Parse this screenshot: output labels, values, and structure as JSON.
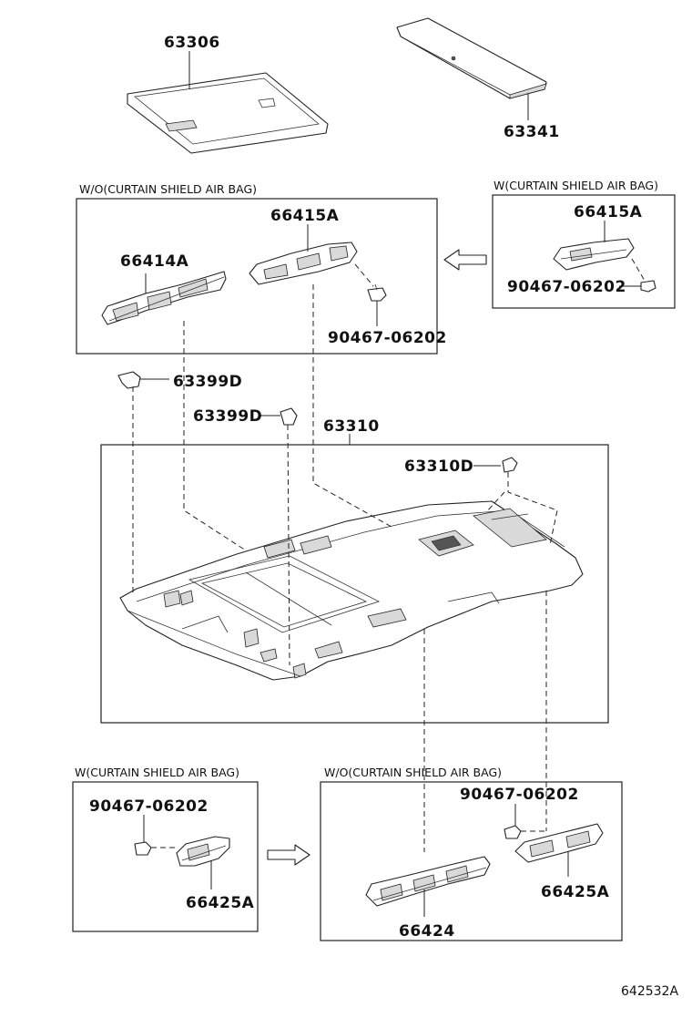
{
  "parts": {
    "p63306": "63306",
    "p63341": "63341",
    "p66415a_left": "66415A",
    "p66414a": "66414A",
    "p90467_left": "90467-06202",
    "p66415a_right": "66415A",
    "p90467_right": "90467-06202",
    "p63399d_a": "63399D",
    "p63399d_b": "63399D",
    "p63310": "63310",
    "p63310d": "63310D",
    "p90467_bl": "90467-06202",
    "p66425a_bl": "66425A",
    "p90467_br": "90467-06202",
    "p66424": "66424",
    "p66425a_br": "66425A"
  },
  "captions": {
    "top_left": "W/O(CURTAIN SHIELD AIR BAG)",
    "top_right": "W(CURTAIN SHIELD AIR BAG)",
    "bottom_left": "W(CURTAIN SHIELD AIR BAG)",
    "bottom_right": "W/O(CURTAIN SHIELD AIR BAG)"
  },
  "reference": "642532A"
}
